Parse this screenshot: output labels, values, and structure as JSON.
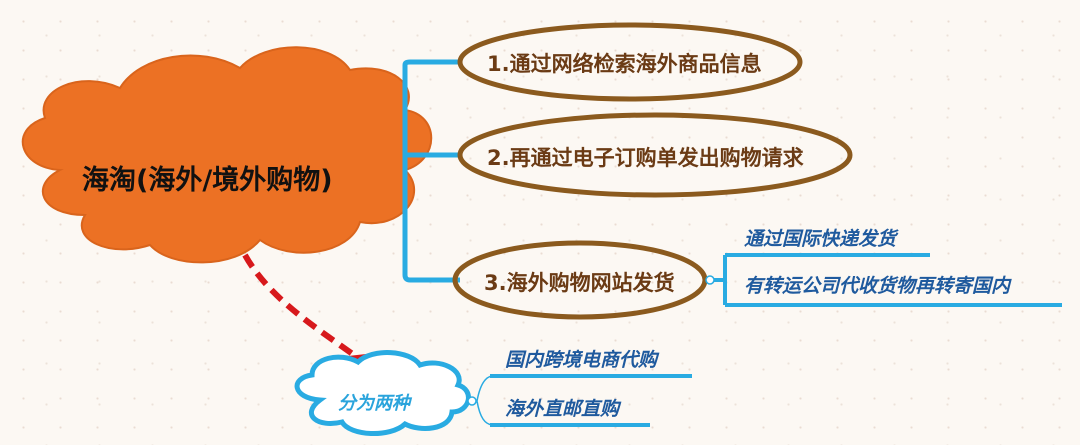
{
  "root": {
    "label": "海淘(海外/境外购物)",
    "fill_color": "#ec7124",
    "icon": "cloud-shape"
  },
  "steps": [
    {
      "label": "1.通过网络检索海外商品信息"
    },
    {
      "label": "2.再通过电子订购单发出购物请求"
    },
    {
      "label": "3.海外购物网站发货",
      "children": [
        {
          "label": "通过国际快递发货"
        },
        {
          "label": "有转运公司代收货物再转寄国内"
        }
      ]
    }
  ],
  "category": {
    "label": "分为两种",
    "icon": "cloud-shape",
    "children": [
      {
        "label": "国内跨境电商代购"
      },
      {
        "label": "海外直邮直购"
      }
    ]
  },
  "colors": {
    "connector": "#29abe2",
    "oval_border": "#8b5a1e",
    "oval_text": "#6b3b15",
    "sub_text": "#1f5a9e",
    "arrow": "#d7191c",
    "root_cloud": "#ec7124"
  }
}
